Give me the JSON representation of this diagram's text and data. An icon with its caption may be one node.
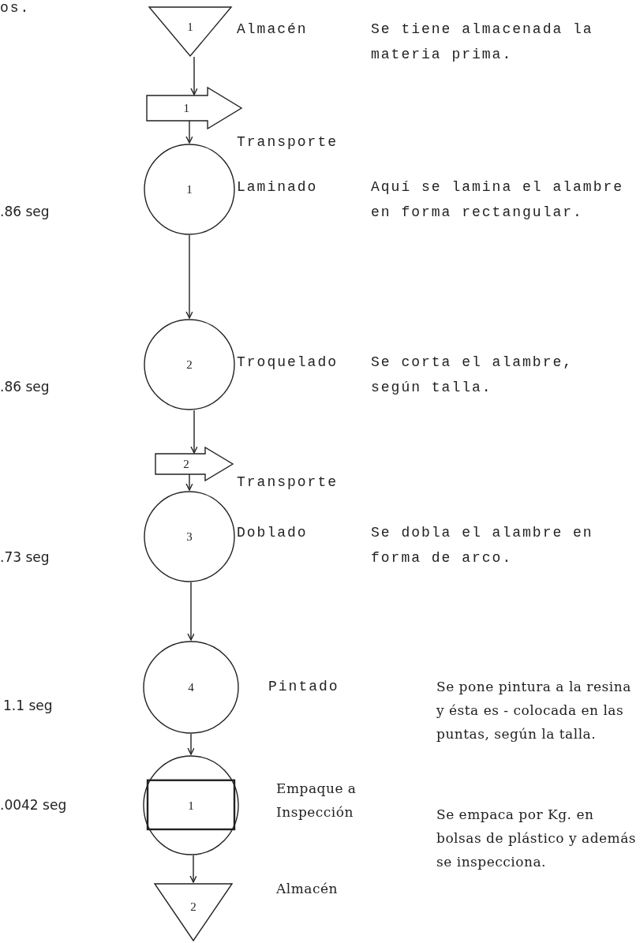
{
  "diagram": {
    "nodes": [
      {
        "text": [
          "1"
        ],
        "beside": [
          "Almacén"
        ]
      },
      {
        "text": [
          "1"
        ],
        "beside": [
          "Transporte"
        ]
      },
      {
        "text": [
          "1"
        ],
        "beside": [
          "Laminado"
        ]
      },
      {
        "text": [
          "2"
        ],
        "beside": [
          "Troquelado"
        ]
      },
      {
        "text": [
          "2"
        ],
        "beside": [
          "Transporte"
        ]
      },
      {
        "text": [
          "3"
        ],
        "beside": [
          "Doblado"
        ]
      },
      {
        "text": [
          "4"
        ],
        "beside": [
          "Pintado"
        ]
      },
      {
        "text": [
          "1"
        ],
        "beside": [
          "Empaque a Inspección"
        ]
      },
      {
        "text": [
          "2"
        ],
        "beside": [
          "Almacén"
        ]
      }
    ],
    "edges": [
      {
        "from": 0,
        "to": 1,
        "arrow": "to"
      },
      {
        "from": 1,
        "to": 2,
        "arrow": "to"
      },
      {
        "from": 2,
        "to": 3,
        "arrow": "to"
      },
      {
        "from": 3,
        "to": 4,
        "arrow": "to"
      },
      {
        "from": 4,
        "to": 5,
        "arrow": "to"
      },
      {
        "from": 5,
        "to": 6,
        "arrow": "to"
      },
      {
        "from": 6,
        "to": 7,
        "arrow": "to"
      },
      {
        "from": 7,
        "to": 8,
        "arrow": "to"
      }
    ],
    "labels": [
      "os.",
      "Se tiene almacenada la materia prima.",
      "Aquí se lamina el alambre en forma rectangular.",
      ".86 seg",
      "Se corta el alambre, según talla.",
      ".86 seg",
      "Se dobla el alambre en forma de arco.",
      ".73 seg",
      "Se pone pintura a la resina y ésta es - colocada en las puntas, según la talla.",
      "1.1 seg",
      ".0042 seg",
      "Se empaca por Kg. en bolsas de plástico y además se inspecciona."
    ]
  }
}
